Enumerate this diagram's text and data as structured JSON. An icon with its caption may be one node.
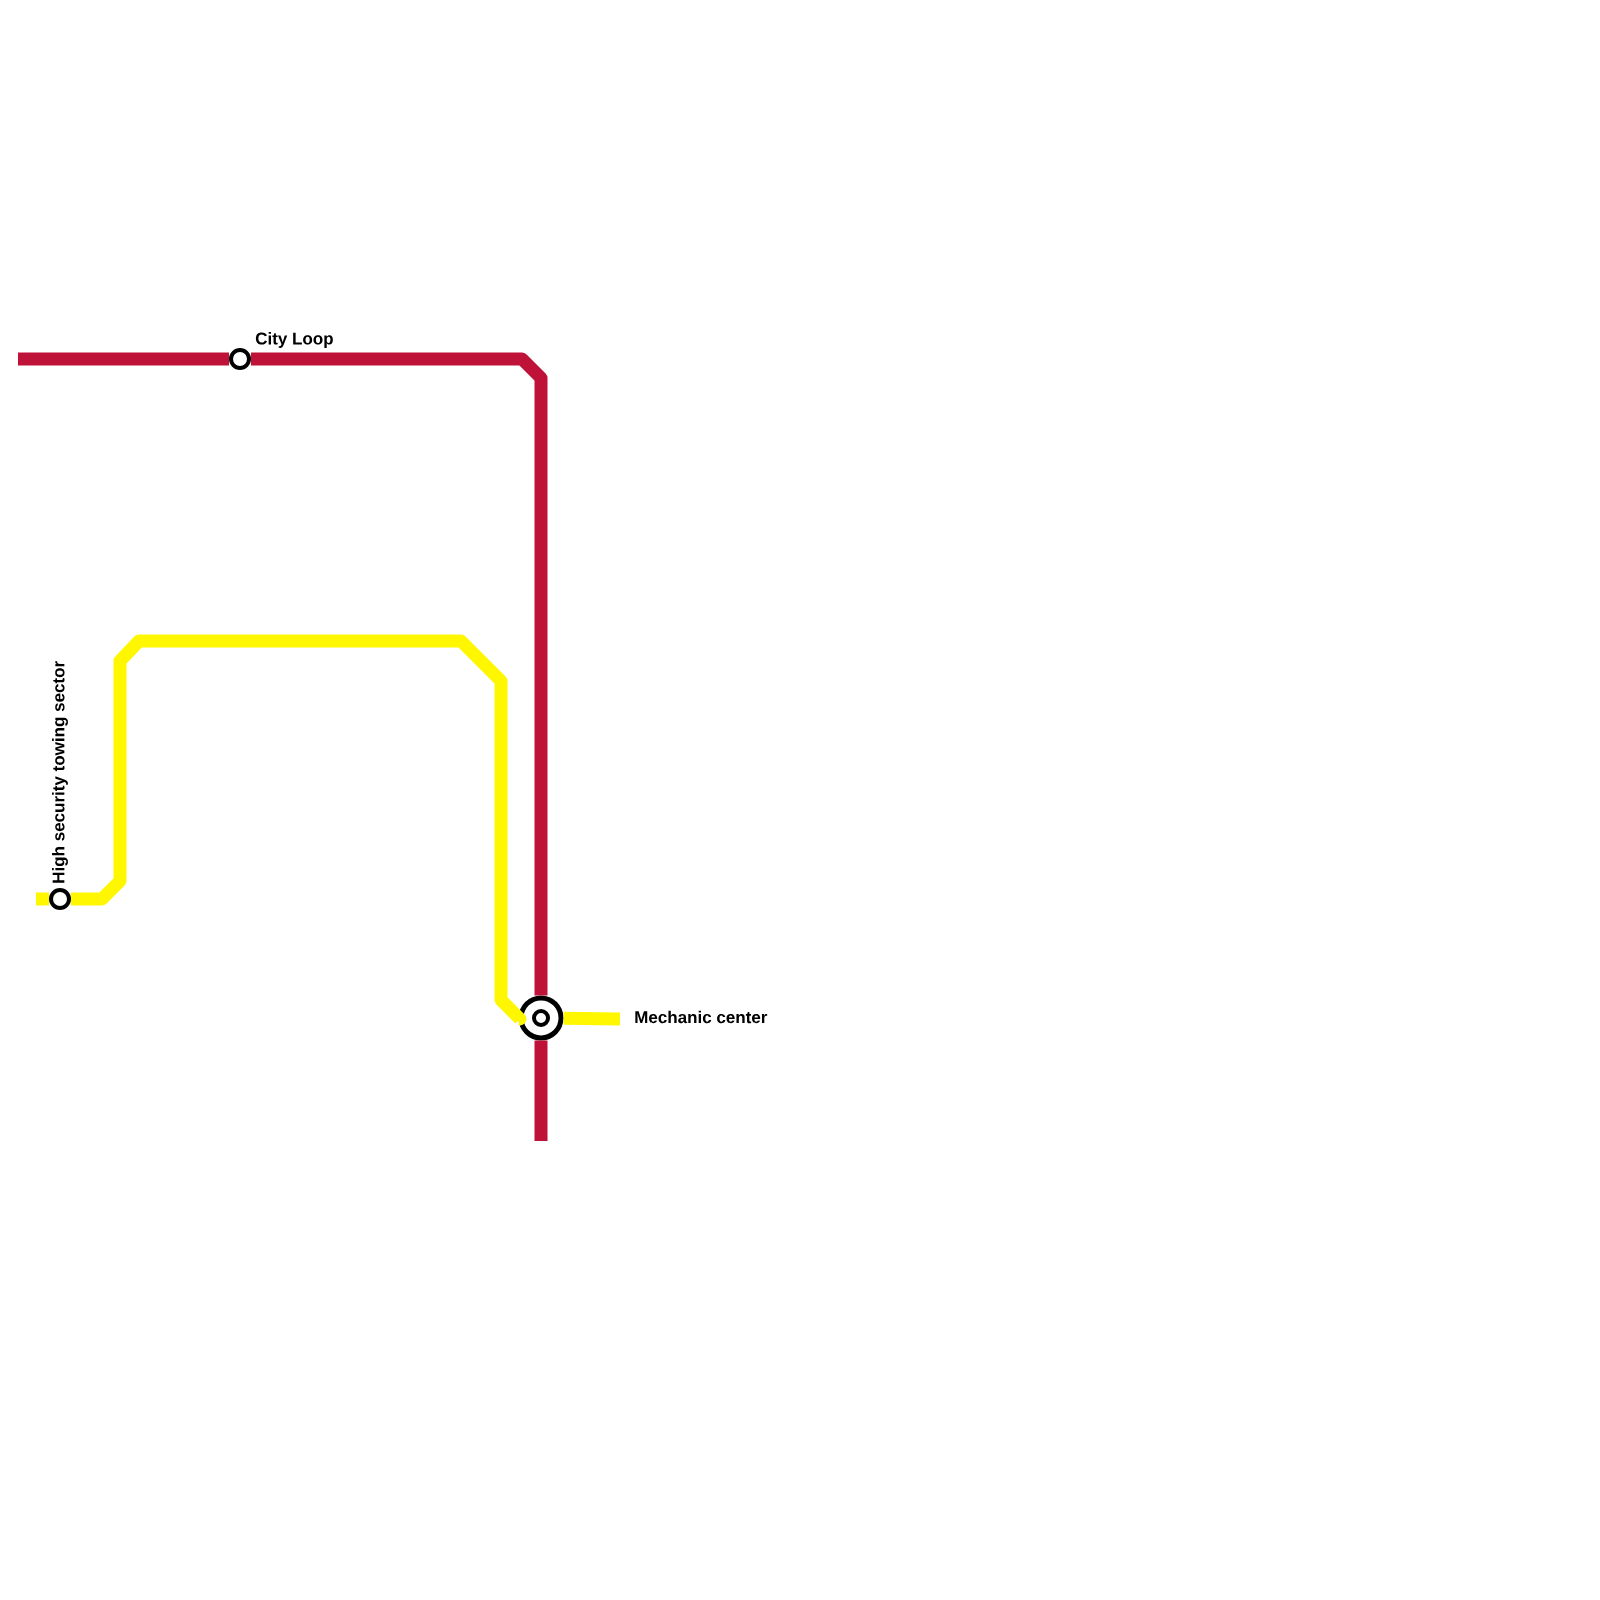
{
  "diagram": {
    "nodes": [
      {
        "text": [
          "City Loop"
        ]
      },
      {
        "text": [
          "High security towing sector"
        ]
      },
      {
        "text": [
          "Mechanic center"
        ]
      }
    ],
    "edges": [
      {
        "from": null,
        "to": 0,
        "arrow": "none",
        "color": "#be1238"
      },
      {
        "from": 0,
        "to": 2,
        "arrow": "none",
        "color": "#be1238"
      },
      {
        "from": 2,
        "to": null,
        "arrow": "none",
        "color": "#be1238"
      },
      {
        "from": null,
        "to": 1,
        "arrow": "none",
        "color": "#fff700"
      },
      {
        "from": 1,
        "to": 2,
        "arrow": "none",
        "color": "#fff700"
      },
      {
        "from": 2,
        "to": null,
        "arrow": "none",
        "color": "#fff700"
      }
    ]
  }
}
